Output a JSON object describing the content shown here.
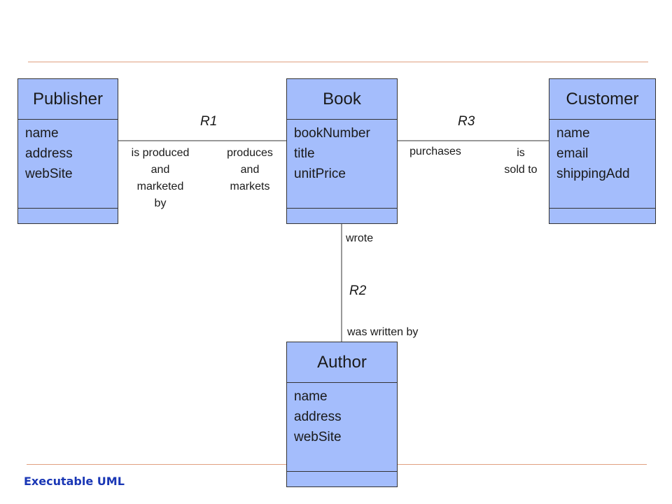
{
  "classes": {
    "publisher": {
      "name": "Publisher",
      "attributes": [
        "name",
        "address",
        "webSite"
      ]
    },
    "book": {
      "name": "Book",
      "attributes": [
        "bookNumber",
        "title",
        "unitPrice"
      ]
    },
    "customer": {
      "name": "Customer",
      "attributes": [
        "name",
        "email",
        "shippingAdd"
      ]
    },
    "author": {
      "name": "Author",
      "attributes": [
        "name",
        "address",
        "webSite"
      ]
    }
  },
  "relationships": {
    "r1": {
      "name": "R1",
      "publisher_end": "is produced\nand\nmarketed\nby",
      "book_end": "produces\nand\nmarkets"
    },
    "r3": {
      "name": "R3",
      "book_end": "purchases",
      "customer_end": "is\nsold to"
    },
    "r2": {
      "name": "R2",
      "book_end": "wrote",
      "author_end": "was written by"
    }
  },
  "footer": "Executable UML",
  "colors": {
    "class_fill": "#a4bdfc",
    "border": "#333333",
    "rule": "#e0a080",
    "footer_text": "#1a37b5"
  }
}
